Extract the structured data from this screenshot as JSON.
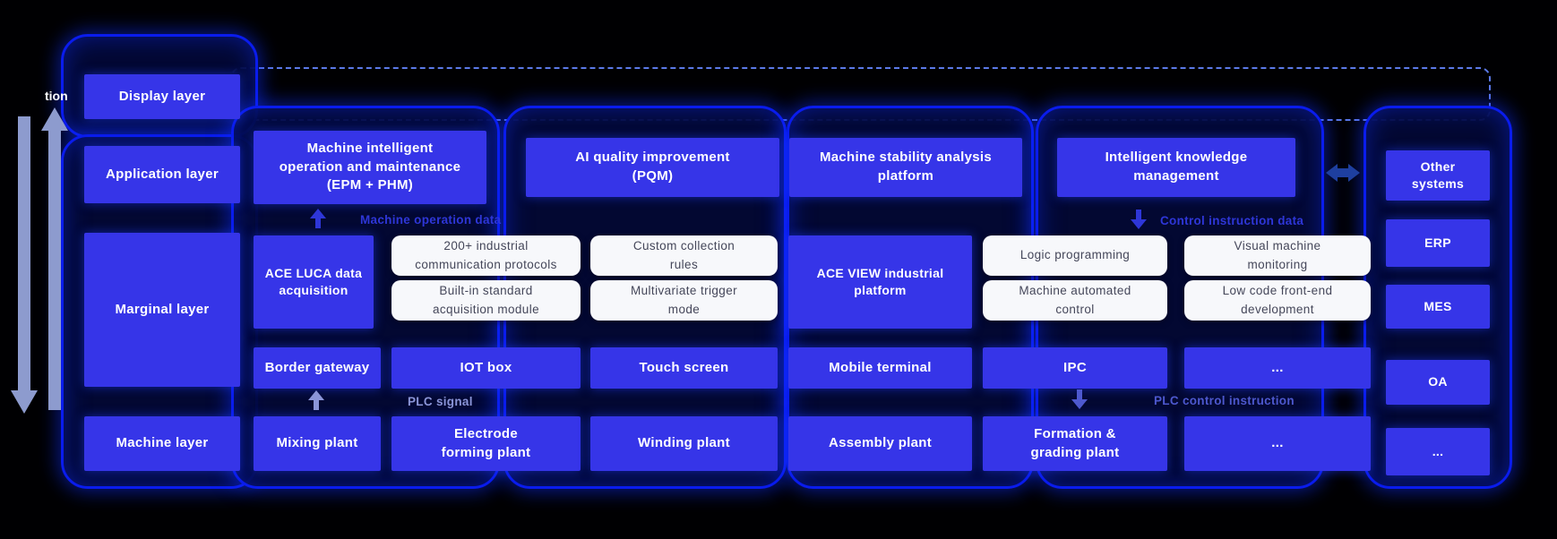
{
  "colors": {
    "background": "#000002",
    "box_blue": "#3635e8",
    "capsule_border": "#0a1ced",
    "white_box_bg": "#f7f8fb",
    "white_box_text": "#45475a",
    "flow_label_dark_blue": "#2e36d8",
    "plc_signal_label": "#8b95d8",
    "plc_control_label": "#4d58cf",
    "side_arrow": "#8d9bce",
    "link_arrow": "#1e3f9f",
    "dashed_outline": "#5b79e8"
  },
  "left_margin": {
    "clipped_text": "tion"
  },
  "layer_labels": {
    "display": "Display layer",
    "application": "Application layer",
    "marginal": "Marginal layer",
    "machine": "Machine layer"
  },
  "application_row": {
    "epm": "Machine intelligent\noperation and maintenance\n(EPM + PHM)",
    "pqm": "AI quality improvement\n(PQM)",
    "stability": "Machine stability analysis\nplatform",
    "knowledge": "Intelligent knowledge\nmanagement"
  },
  "flow_labels": {
    "machine_operation_data": "Machine operation data",
    "control_instruction_data": "Control instruction data",
    "plc_signal": "PLC signal",
    "plc_control_instruction": "PLC control instruction"
  },
  "marginal_row": {
    "ace_luca": "ACE LUCA data\nacquisition",
    "protocols": "200+ industrial\ncommunication protocols",
    "custom_rules": "Custom collection\nrules",
    "acquisition_module": "Built-in standard\nacquisition module",
    "trigger_mode": "Multivariate trigger\nmode",
    "ace_view": "ACE VIEW industrial\nplatform",
    "logic_programming": "Logic programming",
    "visual_monitoring": "Visual machine\nmonitoring",
    "automated_control": "Machine automated\ncontrol",
    "low_code": "Low code front-end\ndevelopment"
  },
  "device_row": {
    "border_gateway": "Border gateway",
    "iot_box": "IOT box",
    "touch_screen": "Touch screen",
    "mobile_terminal": "Mobile terminal",
    "ipc": "IPC",
    "more": "..."
  },
  "machine_row": {
    "mixing": "Mixing plant",
    "electrode": "Electrode\nforming plant",
    "winding": "Winding plant",
    "assembly": "Assembly plant",
    "formation": "Formation &\ngrading plant",
    "more": "..."
  },
  "external_systems": {
    "other": "Other\nsystems",
    "erp": "ERP",
    "mes": "MES",
    "oa": "OA",
    "more": "..."
  }
}
